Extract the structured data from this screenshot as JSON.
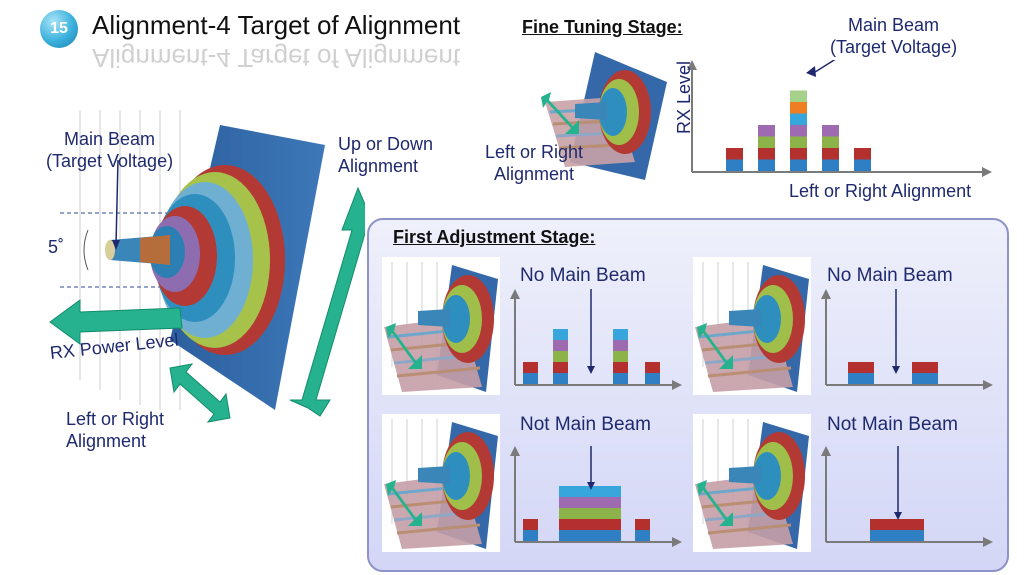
{
  "slide": {
    "number": "15",
    "title": "Alignment-4 Target of Alignment"
  },
  "left": {
    "main_beam_line1": "Main Beam",
    "main_beam_line2": "(Target Voltage)",
    "angle": "5˚",
    "up_down_line1": "Up or Down",
    "up_down_line2": "Alignment",
    "rx_power": "RX Power  Level",
    "left_right_line1": "Left or Right",
    "left_right_line2": "Alignment"
  },
  "fine": {
    "title": "Fine Tuning Stage:",
    "main_beam_line1": "Main Beam",
    "main_beam_line2": "(Target Voltage)",
    "ylabel": "RX Level",
    "xlabel": "Left or Right Alignment",
    "left_right_line1": "Left or Right",
    "left_right_line2": "Alignment"
  },
  "first": {
    "title": "First Adjustment Stage:",
    "captions": [
      "No Main Beam",
      "No Main Beam",
      "Not Main Beam",
      "Not Main Beam"
    ]
  },
  "colors": {
    "blue": "#2e7fc4",
    "red": "#b3302e",
    "green": "#8bb34a",
    "purple": "#9e6bb0",
    "lightblue": "#37a6dc",
    "orange": "#ef7d22",
    "lightgreen": "#a5d18a",
    "teal_arrow": "#1fb090",
    "navy_text": "#1f2a6e"
  },
  "chart_data": [
    {
      "type": "bar",
      "id": "fine",
      "segments_per_bar": [
        2,
        4,
        7,
        4,
        2
      ],
      "highlight_bar_index": 2
    },
    {
      "type": "bar",
      "id": "first-1",
      "segments_per_bar": [
        2,
        5,
        5,
        2
      ]
    },
    {
      "type": "bar",
      "id": "first-2",
      "segments_per_bar": [
        2,
        2
      ]
    },
    {
      "type": "bar",
      "id": "first-3",
      "segments_per_bar": [
        2,
        5,
        2
      ]
    },
    {
      "type": "bar",
      "id": "first-4",
      "segments_per_bar": [
        2
      ]
    }
  ]
}
